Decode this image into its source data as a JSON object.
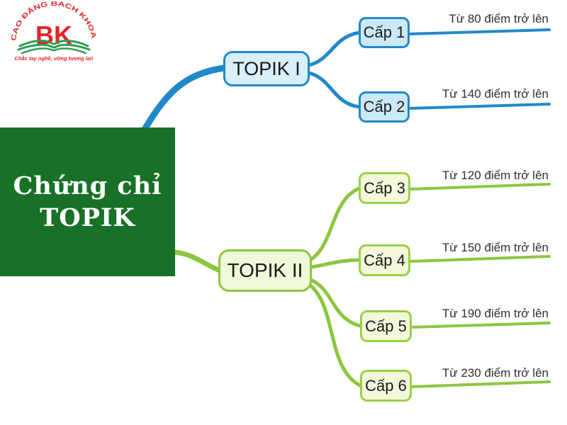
{
  "page": {
    "background": "#ffffff"
  },
  "logo": {
    "arc_text": "CAO ĐẲNG BÁCH KHOA",
    "initials": "BK",
    "tagline": "Chắc tay nghề, vững tương lai!",
    "colors": {
      "red": "#e42527",
      "green": "#2f9e53"
    }
  },
  "root": {
    "title_line1": "Chứng chỉ",
    "title_line2": "TOPIK",
    "bg_color": "#187127",
    "text_color": "#ffffff"
  },
  "branches": [
    {
      "label": "TOPIK I",
      "accent_color": "#2189c9",
      "node_bg": "#d9effa",
      "children": [
        {
          "label": "Cấp 1",
          "score": "Từ 80 điểm trở lên"
        },
        {
          "label": "Cấp 2",
          "score": "Từ 140 điểm trở lên"
        }
      ]
    },
    {
      "label": "TOPIK II",
      "accent_color": "#8cc63f",
      "node_bg": "#f0f8da",
      "children": [
        {
          "label": "Cấp 3",
          "score": "Từ 120 điểm trở lên"
        },
        {
          "label": "Cấp 4",
          "score": "Từ 150 điểm trở lên"
        },
        {
          "label": "Cấp 5",
          "score": "Từ 190 điểm trở lên"
        },
        {
          "label": "Cấp 6",
          "score": "Từ 230 điểm trở lên"
        }
      ]
    }
  ]
}
